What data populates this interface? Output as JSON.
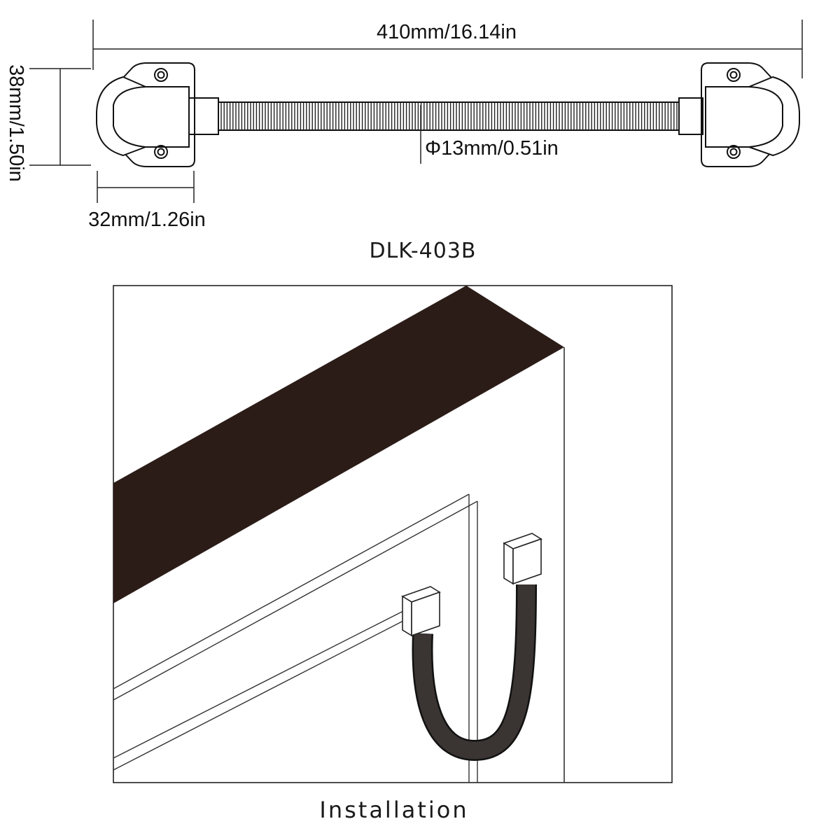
{
  "product": {
    "model": "DLK-403B",
    "dimensions": {
      "length_label": "410mm/16.14in",
      "height_label": "38mm/1.50in",
      "width_label": "32mm/1.26in",
      "diameter_label": "Φ13mm/0.51in"
    }
  },
  "installation": {
    "caption": "Installation"
  },
  "colors": {
    "line": "#111111",
    "cable": "#3a3432",
    "beam": "#2b1c18"
  }
}
